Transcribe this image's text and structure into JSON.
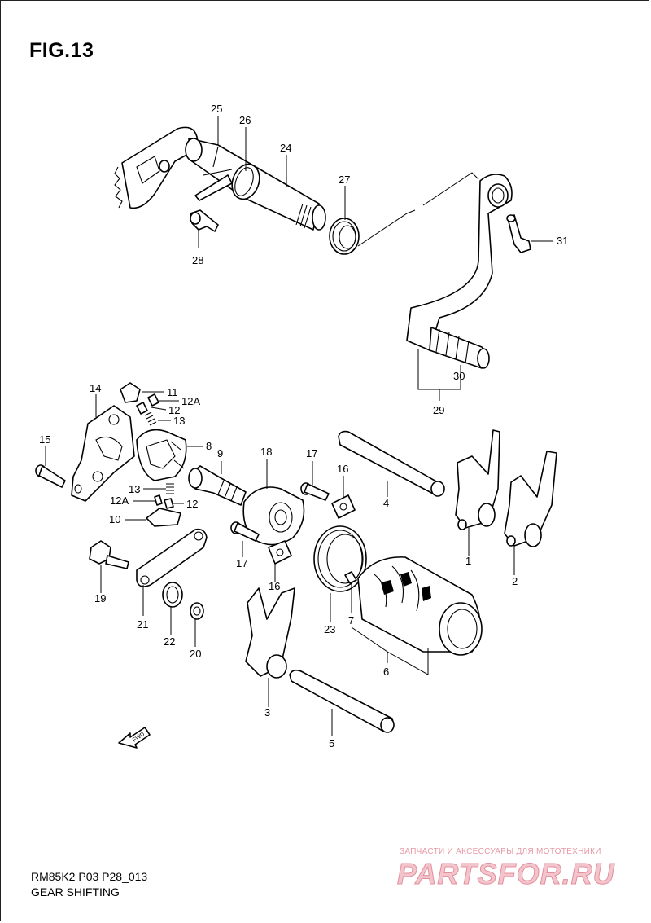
{
  "figure": {
    "title": "FIG.13",
    "model_code": "RM85K2 P03 P28_013",
    "section_name": "GEAR SHIFTING"
  },
  "callouts": {
    "c1": "1",
    "c2": "2",
    "c3": "3",
    "c4": "4",
    "c5": "5",
    "c6": "6",
    "c7": "7",
    "c8": "8",
    "c9": "9",
    "c10": "10",
    "c11": "11",
    "c12a_top": "12A",
    "c12_top": "12",
    "c13_top": "13",
    "c13_low": "13",
    "c12a_low": "12A",
    "c12_low": "12",
    "c14": "14",
    "c15": "15",
    "c16_top": "16",
    "c16_low": "16",
    "c17_top": "17",
    "c17_low": "17",
    "c18": "18",
    "c19": "19",
    "c20": "20",
    "c21": "21",
    "c22": "22",
    "c23": "23",
    "c24": "24",
    "c25": "25",
    "c26": "26",
    "c27": "27",
    "c28": "28",
    "c29": "29",
    "c30": "30",
    "c31": "31"
  },
  "direction_marker": {
    "text": "FWD"
  },
  "watermark": {
    "caption": "ЗАПЧАСТИ И АКСЕССУАРЫ ДЛЯ МОТОТЕХНИКИ",
    "logo": "PARTSFOR.RU"
  }
}
